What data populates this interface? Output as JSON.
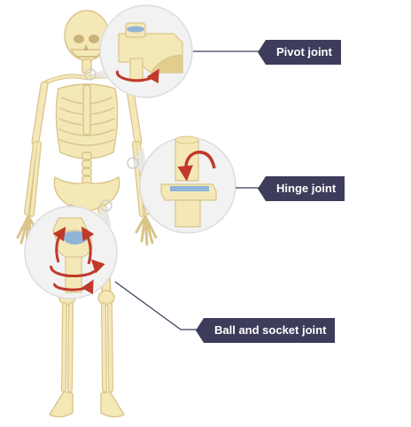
{
  "labels": {
    "pivot": "Pivot joint",
    "hinge": "Hinge joint",
    "ball": "Ball and socket joint"
  },
  "colors": {
    "bone": "#f4e8b7",
    "bone_stroke": "#d9c48a",
    "cartilage": "#8fb4d8",
    "arrow": "#c0392b",
    "label_bg": "#3d3c5a",
    "label_text": "#ffffff",
    "callout_bg": "#f2f2f2",
    "callout_ring": "#dcdcdc"
  },
  "icons": {
    "rotation": "circular-arrow-icon",
    "hinge_motion": "curved-arrow-icon"
  }
}
